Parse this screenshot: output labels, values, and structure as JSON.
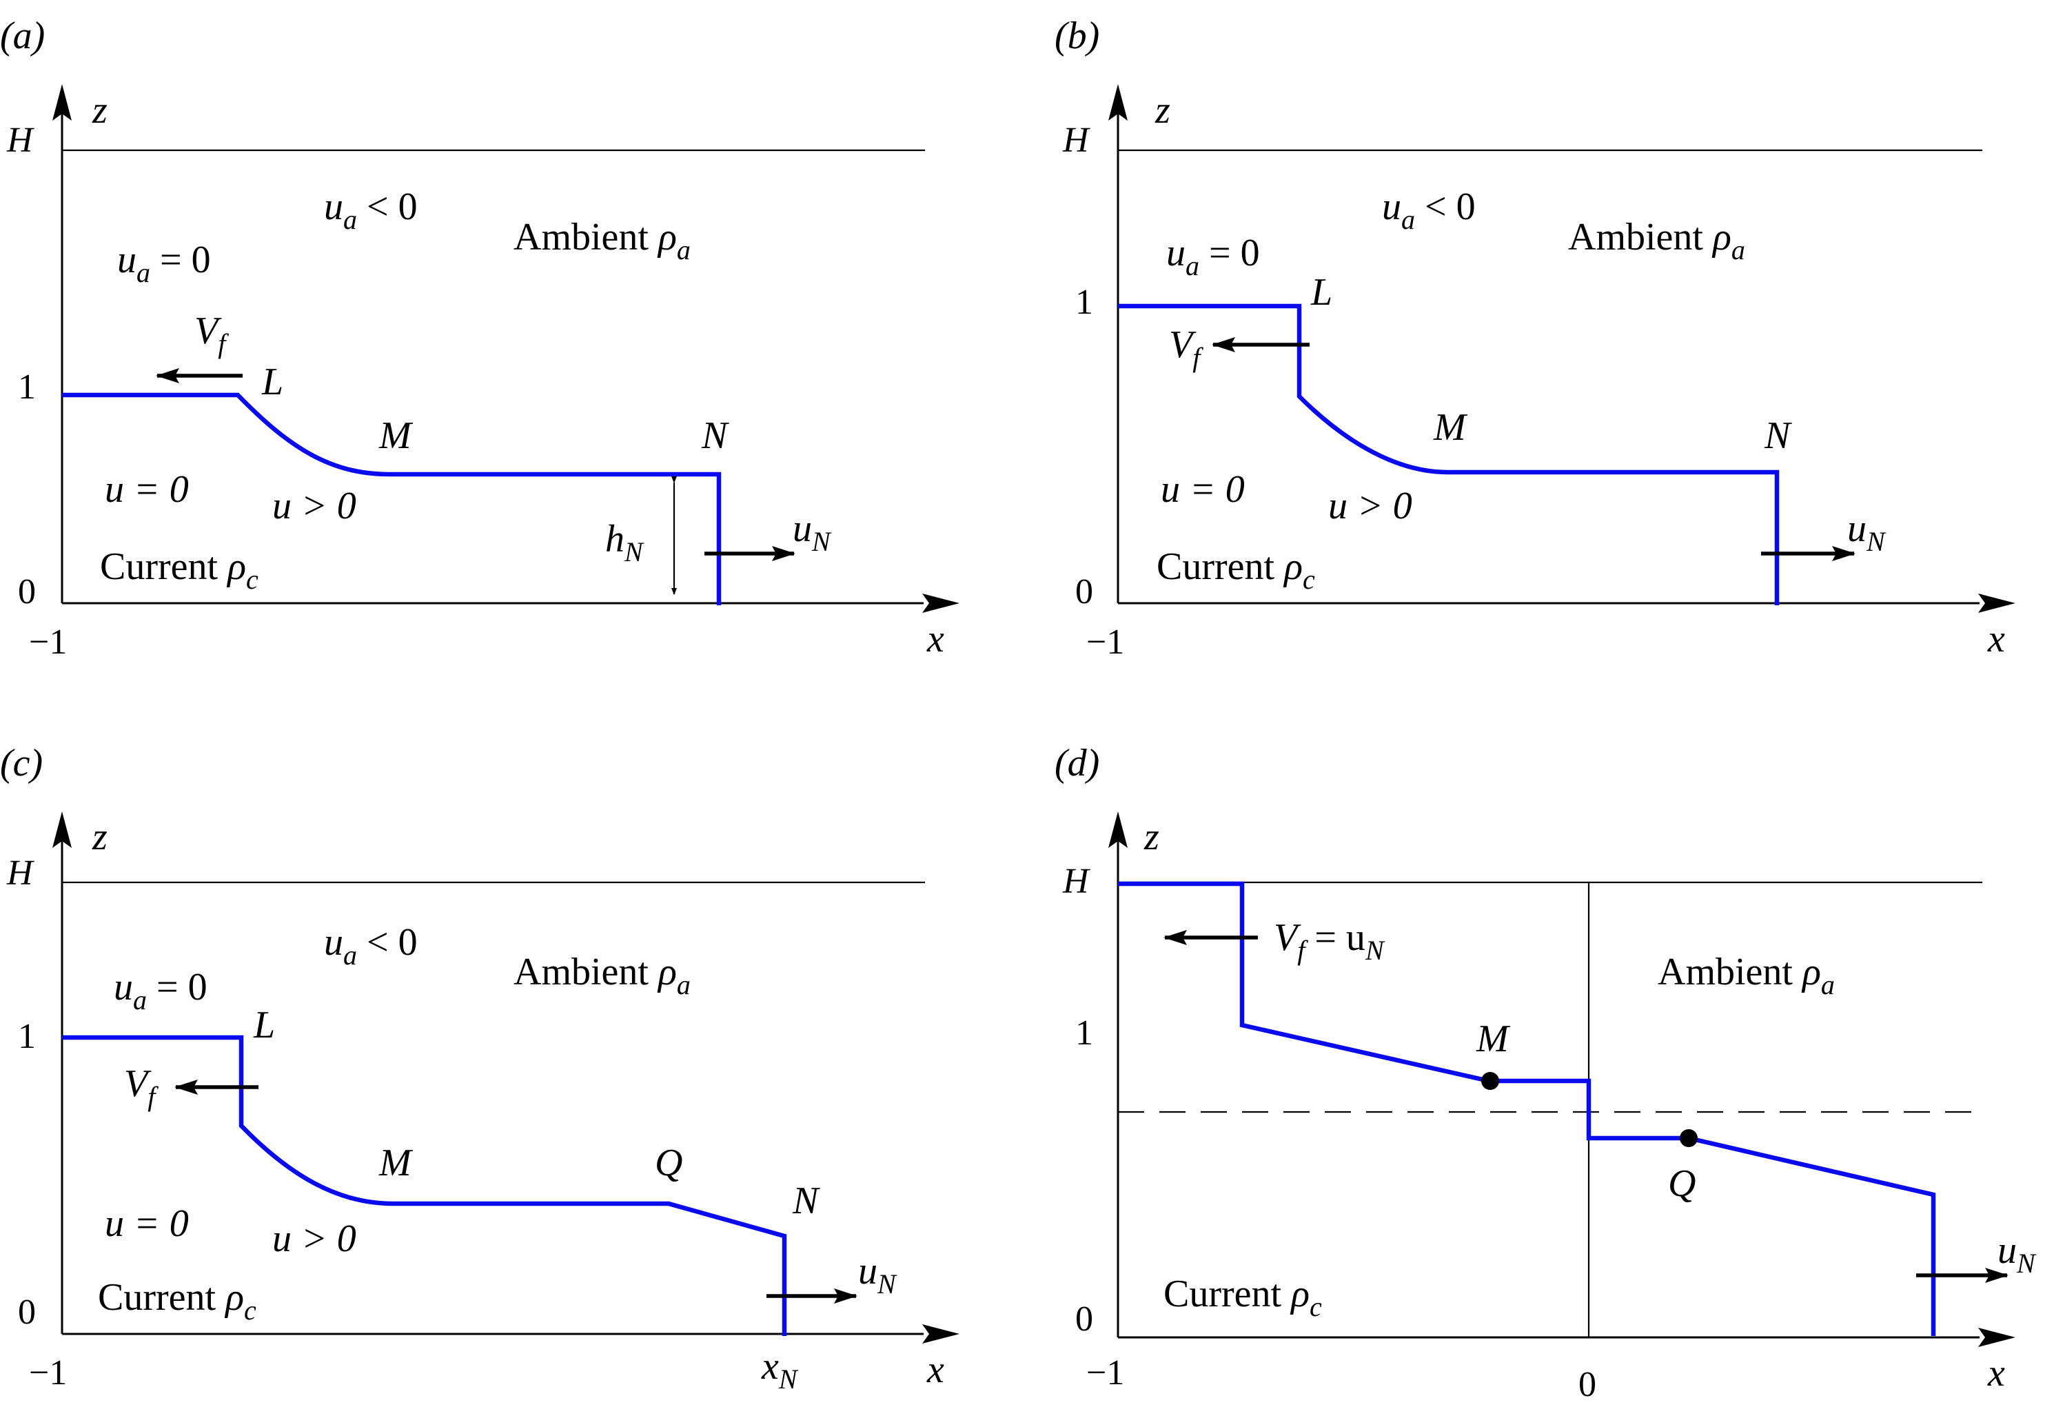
{
  "common": {
    "z_axis": "z",
    "x_axis": "x",
    "tick_H": "H",
    "tick_1": "1",
    "tick_0": "0",
    "tick_minus1": "−1",
    "ambient_text": "Ambient ",
    "ambient_sym": "ρ",
    "ambient_sub": "a",
    "current_text": "Current ",
    "current_sym": "ρ",
    "current_sub": "c",
    "ua_sym": "u",
    "ua_sub": "a",
    "ua_zero_rel": " = 0",
    "ua_neg_rel": " < 0",
    "u_zero": "u = 0",
    "u_pos": "u > 0",
    "V_sym": "V",
    "V_sub": "f",
    "uN_sym": "u",
    "uN_sub": "N",
    "hN_sym": "h",
    "hN_sub": "N",
    "xN_sym": "x",
    "xN_sub": "N",
    "L": "L",
    "M": "M",
    "N": "N",
    "Q": "Q",
    "eq_uN_rel": " = u"
  },
  "panels": {
    "a": {
      "label": "(a)"
    },
    "b": {
      "label": "(b)"
    },
    "c": {
      "label": "(c)"
    },
    "d": {
      "label": "(d)",
      "x_zero": "0"
    }
  }
}
